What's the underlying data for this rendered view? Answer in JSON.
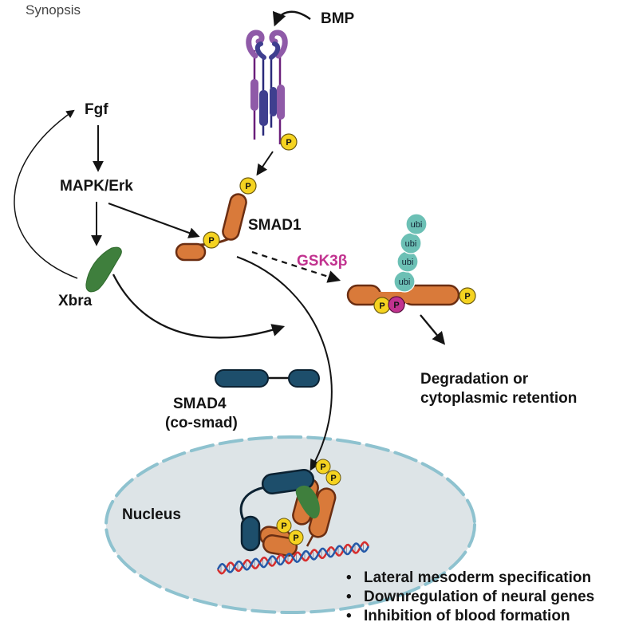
{
  "title": "Synopsis",
  "labels": {
    "bmp": "BMP",
    "fgf": "Fgf",
    "mapk": "MAPK/Erk",
    "xbra": "Xbra",
    "smad1": "SMAD1",
    "gsk": "GSK3β",
    "smad4_line1": "SMAD4",
    "smad4_line2": "(co-smad)",
    "degradation_line1": "Degradation or",
    "degradation_line2": "cytoplasmic retention",
    "nucleus": "Nucleus"
  },
  "phospho_label": "P",
  "ubi_label": "ubi",
  "outcomes": [
    "Lateral mesoderm specification",
    "Downregulation of neural genes",
    "Inhibition of blood formation"
  ],
  "colors": {
    "smad1": "#d97a3a",
    "smad1_outline": "#6b2e12",
    "smad4": "#1d4e6b",
    "phospho": "#f5d320",
    "phospho_gsk": "#c1328f",
    "ubiquitin": "#6cc0b5",
    "xbra": "#3f7f3d",
    "receptor_outer": "#8f5aa8",
    "receptor_inner": "#3f3f8f",
    "nucleus_fill": "#dde4e7",
    "nucleus_border": "#8ec2cf",
    "gsk_text": "#c1328f",
    "dna_red": "#d62d2d",
    "dna_blue": "#2459a8"
  }
}
